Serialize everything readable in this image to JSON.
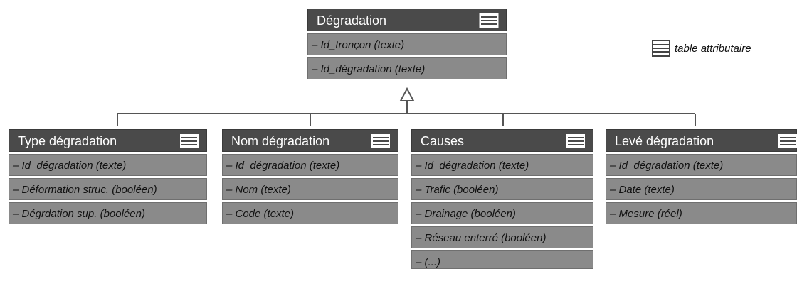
{
  "parent": {
    "title": "Dégradation",
    "attributes": [
      "– Id_tronçon (texte)",
      "– Id_dégradation (texte)"
    ]
  },
  "children": [
    {
      "title": "Type dégradation",
      "attributes": [
        "– Id_dégradation (texte)",
        "– Déformation struc. (booléen)",
        "– Dégrdation sup. (booléen)"
      ]
    },
    {
      "title": "Nom dégradation",
      "attributes": [
        "– Id_dégradation (texte)",
        "– Nom (texte)",
        "– Code (texte)"
      ]
    },
    {
      "title": "Causes",
      "attributes": [
        "– Id_dégradation (texte)",
        "– Trafic (booléen)",
        "– Drainage (booléen)",
        "– Réseau enterré (booléen)",
        "– (...)"
      ]
    },
    {
      "title": "Levé dégradation",
      "attributes": [
        "– Id_dégradation (texte)",
        "– Date (texte)",
        "– Mesure (réel)"
      ]
    }
  ],
  "legend": {
    "icon": "table-icon",
    "label": "table attributaire"
  },
  "colors": {
    "header": "#4a4a4a",
    "row": "#8a8a8a",
    "line": "#555555"
  }
}
